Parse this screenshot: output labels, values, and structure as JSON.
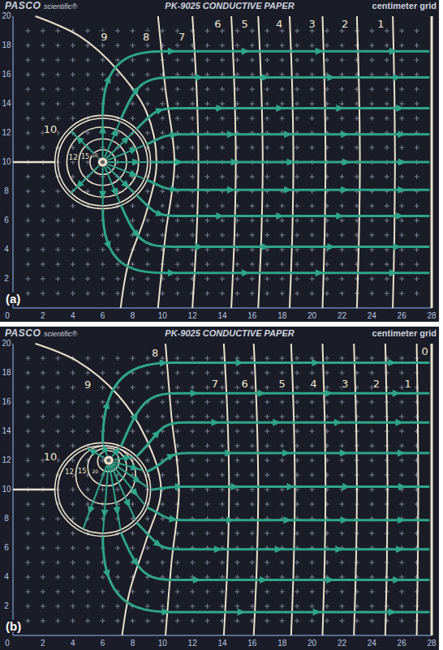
{
  "diagram": {
    "labels": [
      "PASCO",
      "scientific®",
      "PK-9025 CONDUCTIVE PAPER",
      "centimeter grid",
      "20",
      "18",
      "16",
      "14",
      "12",
      "10",
      "8",
      "6",
      "4",
      "2",
      "0",
      "2",
      "4",
      "6",
      "8",
      "10",
      "12",
      "14",
      "16",
      "18",
      "20",
      "22",
      "24",
      "26",
      "28",
      "9",
      "8",
      "7",
      "6",
      "5",
      "4",
      "3",
      "2",
      "1",
      "10",
      "12",
      "15",
      "20",
      "(a)",
      "PASCO",
      "scientific®",
      "PK-9025 CONDUCTIVE PAPER",
      "centimeter grid",
      "20",
      "18",
      "16",
      "14",
      "12",
      "10",
      "8",
      "6",
      "4",
      "2",
      "0",
      "2",
      "4",
      "6",
      "8",
      "10",
      "12",
      "14",
      "16",
      "18",
      "20",
      "22",
      "24",
      "26",
      "28",
      "8",
      "9",
      "7",
      "6",
      "5",
      "4",
      "3",
      "2",
      "1",
      "0",
      "10",
      "12",
      "15",
      "20",
      "(b)"
    ]
  }
}
